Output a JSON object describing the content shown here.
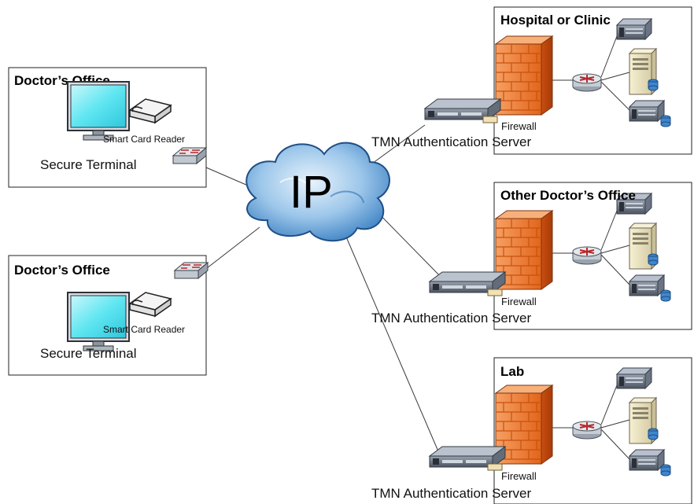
{
  "network": {
    "label": "IP"
  },
  "offices": [
    {
      "title": "Doctor’s Office",
      "terminal_label": "Secure Terminal",
      "reader_label": "Smart Card Reader"
    },
    {
      "title": "Doctor’s Office",
      "terminal_label": "Secure Terminal",
      "reader_label": "Smart Card Reader"
    }
  ],
  "sites": [
    {
      "title": "Hospital or Clinic",
      "firewall_label": "Firewall",
      "auth_label": "TMN Authentication Server"
    },
    {
      "title": "Other Doctor’s Office",
      "firewall_label": "Firewall",
      "auth_label": "TMN Authentication Server"
    },
    {
      "title": "Lab",
      "firewall_label": "Firewall",
      "auth_label": "TMN Authentication Server"
    }
  ],
  "colors": {
    "cloud": "#5b9bd5",
    "cloud_dark": "#2f6fb0",
    "monitor": "#4fe0ef",
    "firewall": "#f07a2a",
    "device": "#5a6270"
  }
}
